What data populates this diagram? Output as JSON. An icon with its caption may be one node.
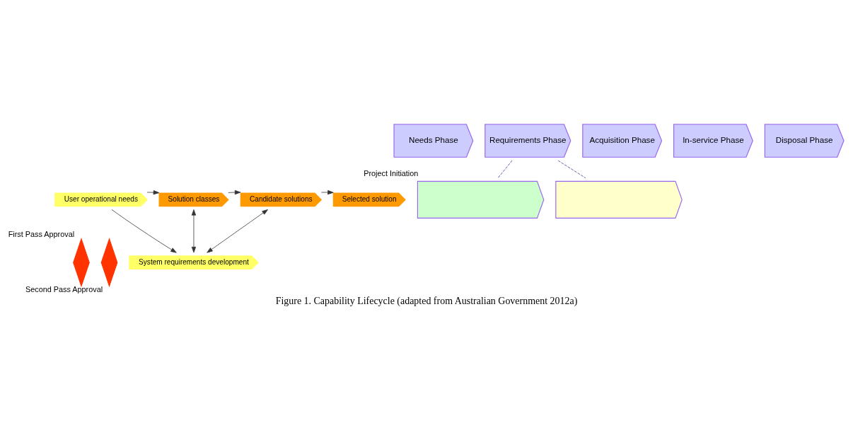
{
  "diagram": {
    "caption": "Figure 1. Capability Lifecycle (adapted from Australian Government 2012a)",
    "nodes": [
      {
        "text": [
          "Needs Phase"
        ]
      },
      {
        "text": [
          "Requirements Phase"
        ]
      },
      {
        "text": [
          "Acquisition Phase"
        ]
      },
      {
        "text": [
          "In-service Phase"
        ]
      },
      {
        "text": [
          "Disposal Phase"
        ]
      },
      {
        "text": [],
        "shape": "chevron",
        "beside": [
          "Project Initiation"
        ]
      },
      {
        "text": [],
        "shape": "chevron"
      },
      {
        "text": [
          "User operational needs"
        ]
      },
      {
        "text": [
          "System requirements development"
        ]
      },
      {
        "text": [
          "Solution classes"
        ]
      },
      {
        "text": [
          "Candidate solutions"
        ]
      },
      {
        "text": [
          "Selected solution"
        ]
      },
      {
        "text": [],
        "shape": "diamond",
        "beside": [
          "First Pass Approval"
        ]
      },
      {
        "text": [],
        "shape": "diamond",
        "beside": [
          "Second Pass Approval"
        ]
      }
    ],
    "edges": [
      {
        "from": 1,
        "to": 5,
        "arrow": "none",
        "style": "dashed",
        "color": "#333399"
      },
      {
        "from": 1,
        "to": 6,
        "arrow": "none",
        "style": "dashed",
        "color": "#333399"
      },
      {
        "from": 7,
        "to": 8,
        "arrow": "to"
      },
      {
        "from": 7,
        "to": 9,
        "arrow": "to"
      },
      {
        "from": 8,
        "to": 9,
        "arrow": "both"
      },
      {
        "from": 8,
        "to": 10,
        "arrow": "both"
      },
      {
        "from": 9,
        "to": 10,
        "arrow": "to"
      },
      {
        "from": 10,
        "to": 11,
        "arrow": "to"
      }
    ]
  }
}
